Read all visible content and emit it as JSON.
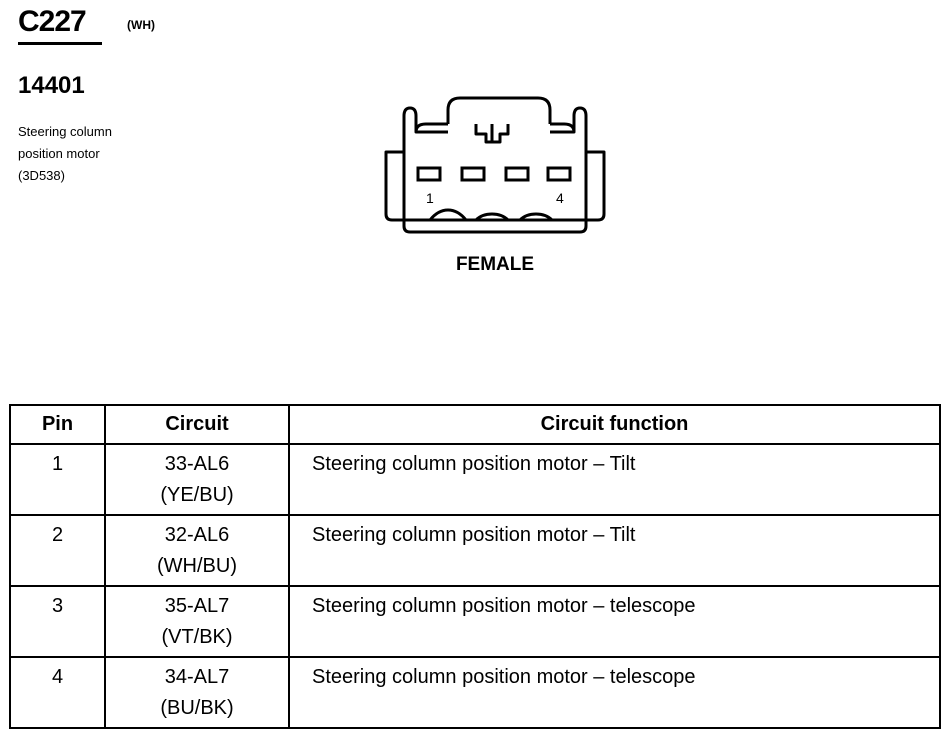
{
  "connector": {
    "id": "C227",
    "color": "(WH)",
    "part_number": "14401",
    "description": [
      "Steering column",
      "position motor",
      "(3D538)"
    ],
    "view": "FEMALE",
    "pin_labels": [
      "1",
      "4"
    ]
  },
  "table": {
    "headers": {
      "pin": "Pin",
      "circuit": "Circuit",
      "function": "Circuit function"
    },
    "rows": [
      {
        "pin": "1",
        "circuit": "33-AL6",
        "wire": "(YE/BU)",
        "function": "Steering column position motor  – Tilt"
      },
      {
        "pin": "2",
        "circuit": "32-AL6",
        "wire": "(WH/BU)",
        "function": "Steering column position motor  – Tilt"
      },
      {
        "pin": "3",
        "circuit": "35-AL7",
        "wire": "(VT/BK)",
        "function": "Steering column position motor  – telescope"
      },
      {
        "pin": "4",
        "circuit": "34-AL7",
        "wire": "(BU/BK)",
        "function": "Steering column position motor  – telescope"
      }
    ]
  }
}
